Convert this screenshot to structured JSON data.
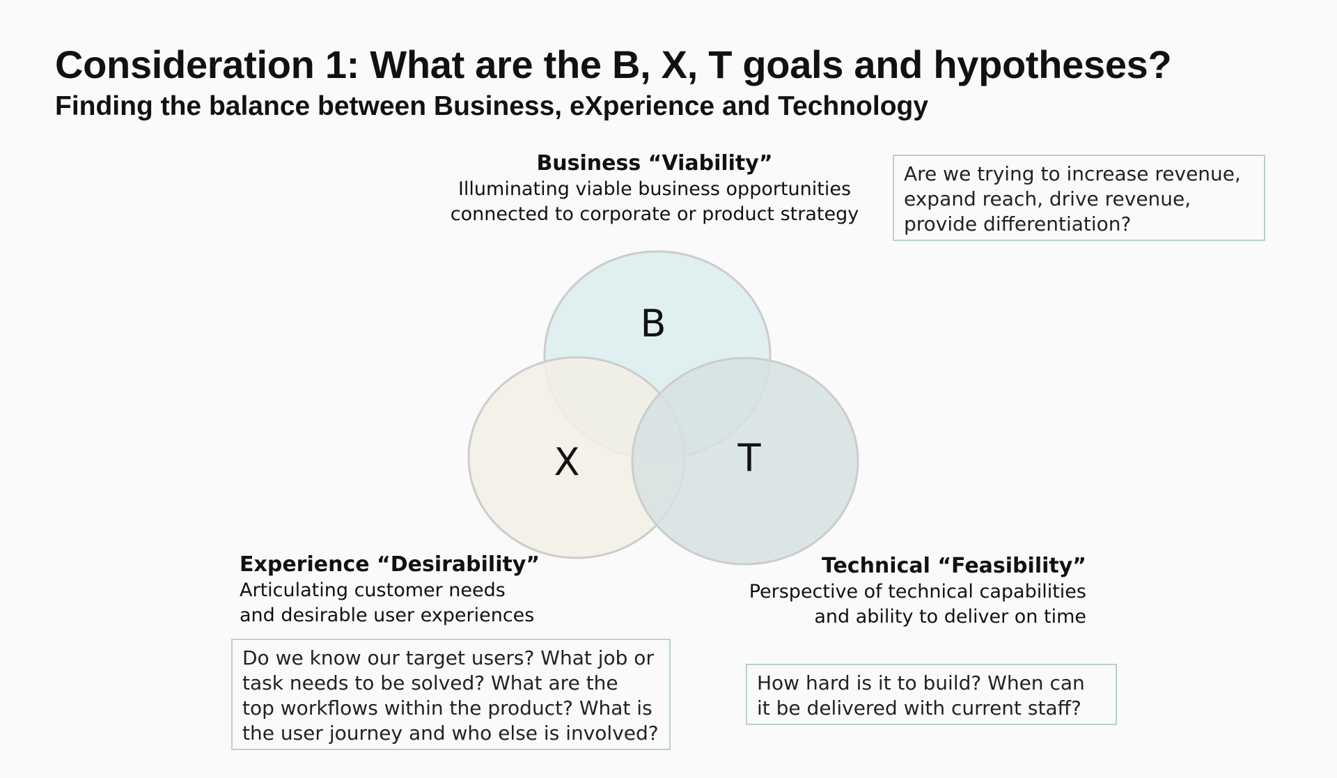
{
  "header": {
    "title": "Consideration 1: What are the B, X, T goals and hypotheses?",
    "subtitle": "Finding the balance between Business, eXperience and Technology"
  },
  "venn": {
    "circles": [
      {
        "letter": "B",
        "color": "#e1f3f4"
      },
      {
        "letter": "X",
        "color": "#f8f5ea"
      },
      {
        "letter": "T",
        "color": "#dce6e8"
      }
    ],
    "outline_color": "#d0d0d0"
  },
  "business": {
    "heading": "Business “Viability”",
    "lines": [
      "Illuminating viable business opportunities",
      "connected to corporate or product strategy"
    ],
    "question_lines": [
      "Are we trying to increase revenue,",
      "expand reach, drive revenue,",
      "provide differentiation?"
    ]
  },
  "experience": {
    "heading": "Experience “Desirability”",
    "lines": [
      "Articulating customer needs",
      "and desirable user experiences"
    ],
    "question_lines": [
      "Do we know our target users? What job or",
      "task needs to be solved? What are the",
      "top workflows within the product?  What is",
      "the user journey and who else is involved?"
    ]
  },
  "technical": {
    "heading": "Technical “Feasibility”",
    "lines": [
      "Perspective of technical capabilities",
      "and ability to deliver on time"
    ],
    "question_lines": [
      "How hard is it to build?  When can",
      "it be delivered with current staff?"
    ]
  }
}
